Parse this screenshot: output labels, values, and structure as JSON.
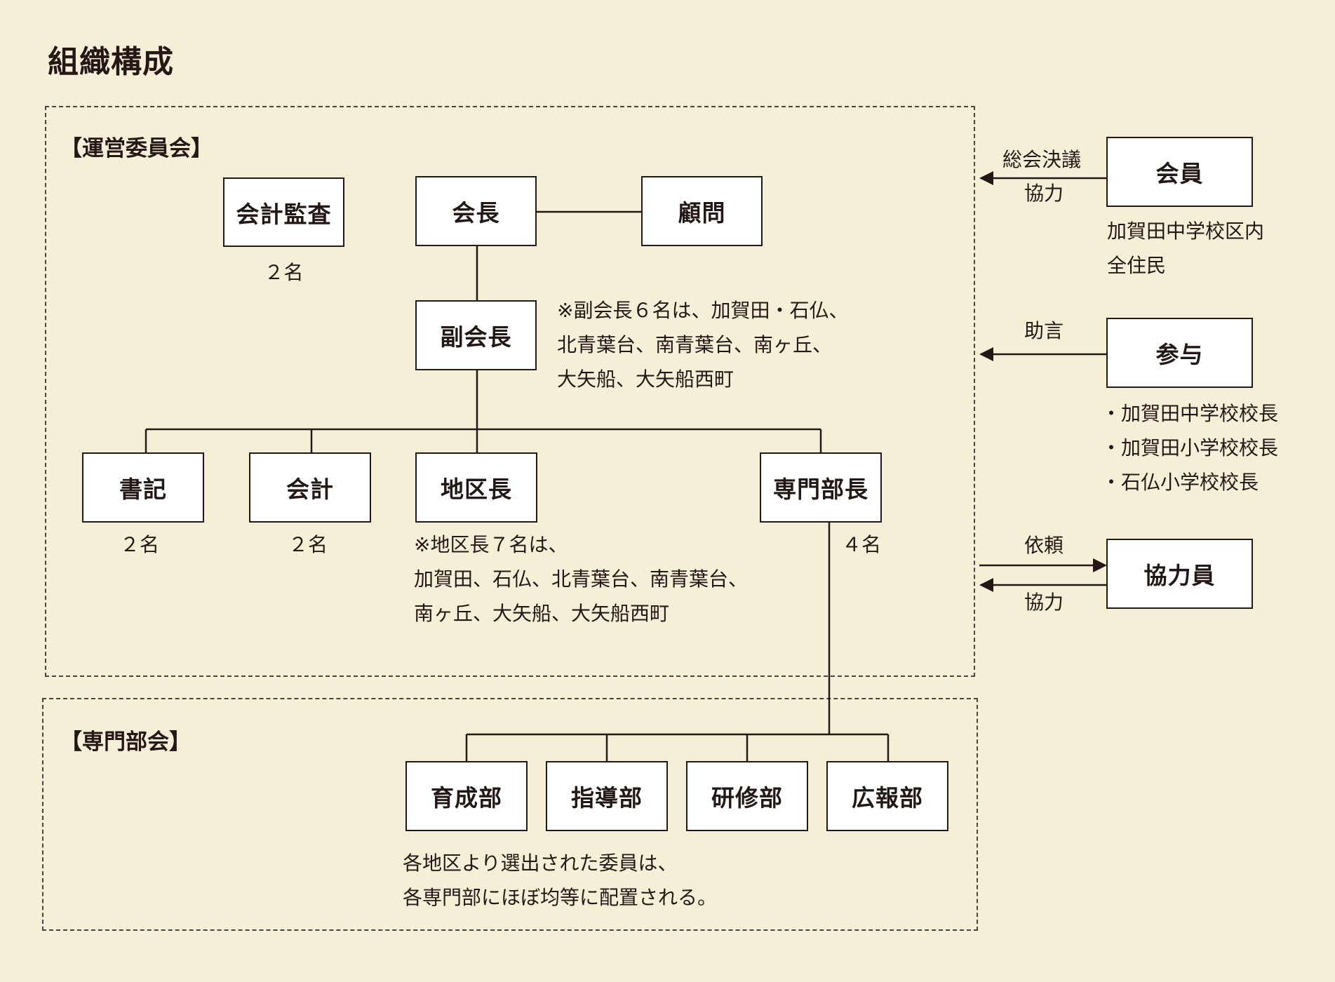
{
  "title": "組織構成",
  "sections": {
    "committee_label": "【運営委員会】",
    "subcommittee_label": "【専門部会】"
  },
  "boxes": {
    "audit": "会計監査",
    "president": "会長",
    "advisor": "顧問",
    "vice_president": "副会長",
    "secretary": "書記",
    "treasurer": "会計",
    "district_head": "地区長",
    "dept_head": "専門部長",
    "member": "会員",
    "counselor": "参与",
    "cooperator": "協力員",
    "dept_ikusei": "育成部",
    "dept_shido": "指導部",
    "dept_kenshu": "研修部",
    "dept_koho": "広報部"
  },
  "counts": {
    "audit": "２名",
    "secretary": "２名",
    "treasurer": "２名",
    "dept_head": "４名"
  },
  "notes": {
    "vice_line1": "※副会長６名は、加賀田・石仏、",
    "vice_line2": "北青葉台、南青葉台、南ヶ丘、",
    "vice_line3": "大矢船、大矢船西町",
    "district_line1": "※地区長７名は、",
    "district_line2": "加賀田、石仏、北青葉台、南青葉台、",
    "district_line3": "南ヶ丘、大矢船、大矢船西町",
    "member_line1": "加賀田中学校区内",
    "member_line2": "全住民",
    "counselor_item1": "・加賀田中学校校長",
    "counselor_item2": "・加賀田小学校校長",
    "counselor_item3": "・石仏小学校校長",
    "dept_line1": "各地区より選出された委員は、",
    "dept_line2": "各専門部にほぼ均等に配置される。"
  },
  "arrows": {
    "member_top": "総会決議",
    "member_bottom": "協力",
    "counselor": "助言",
    "cooperator_top": "依頼",
    "cooperator_bottom": "協力"
  }
}
